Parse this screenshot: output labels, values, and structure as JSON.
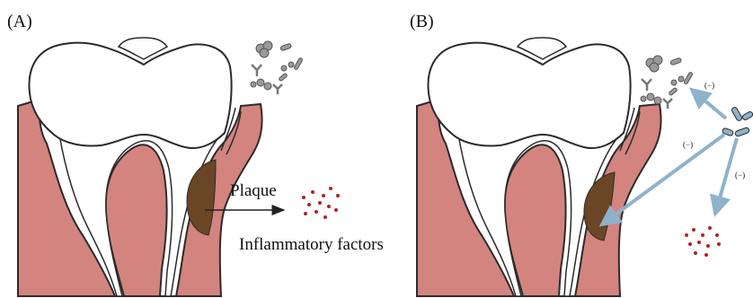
{
  "panels": {
    "a_label": "(A)",
    "b_label": "(B)"
  },
  "annotations": {
    "plaque": "Plaque",
    "inflammatory_factors": "Inflammatory factors",
    "inhibit_sign": "(−)"
  },
  "colors": {
    "gum": "#d3847e",
    "gum_outline": "#2b2b2b",
    "plaque": "#6b4624",
    "bacteria_gray": "#9a9a9a",
    "bacteria_blue": "#8fb2cc",
    "arrow_blue": "#8fb2cc",
    "inflammatory_dots": "#b22222"
  },
  "icons": [
    "tooth-icon",
    "bacteria-cluster-icon",
    "probiotic-cluster-icon"
  ]
}
